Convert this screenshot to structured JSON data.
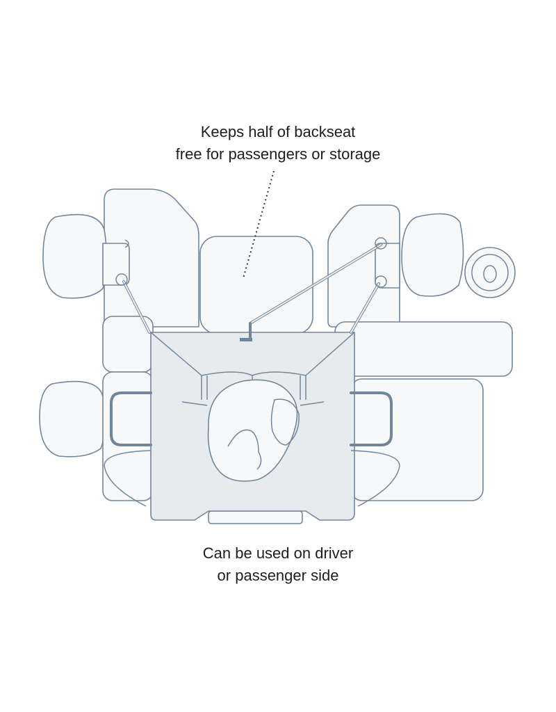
{
  "captions": {
    "top_line1": "Keeps half of backseat",
    "top_line2": "free for passengers or storage",
    "bottom_line1": "Can be used on driver",
    "bottom_line2": "or passenger side"
  },
  "colors": {
    "line": "#72869a",
    "seat_fill": "#f7f8fa",
    "hammock_fill": "#e8ebee",
    "text": "#1e1e1e"
  }
}
